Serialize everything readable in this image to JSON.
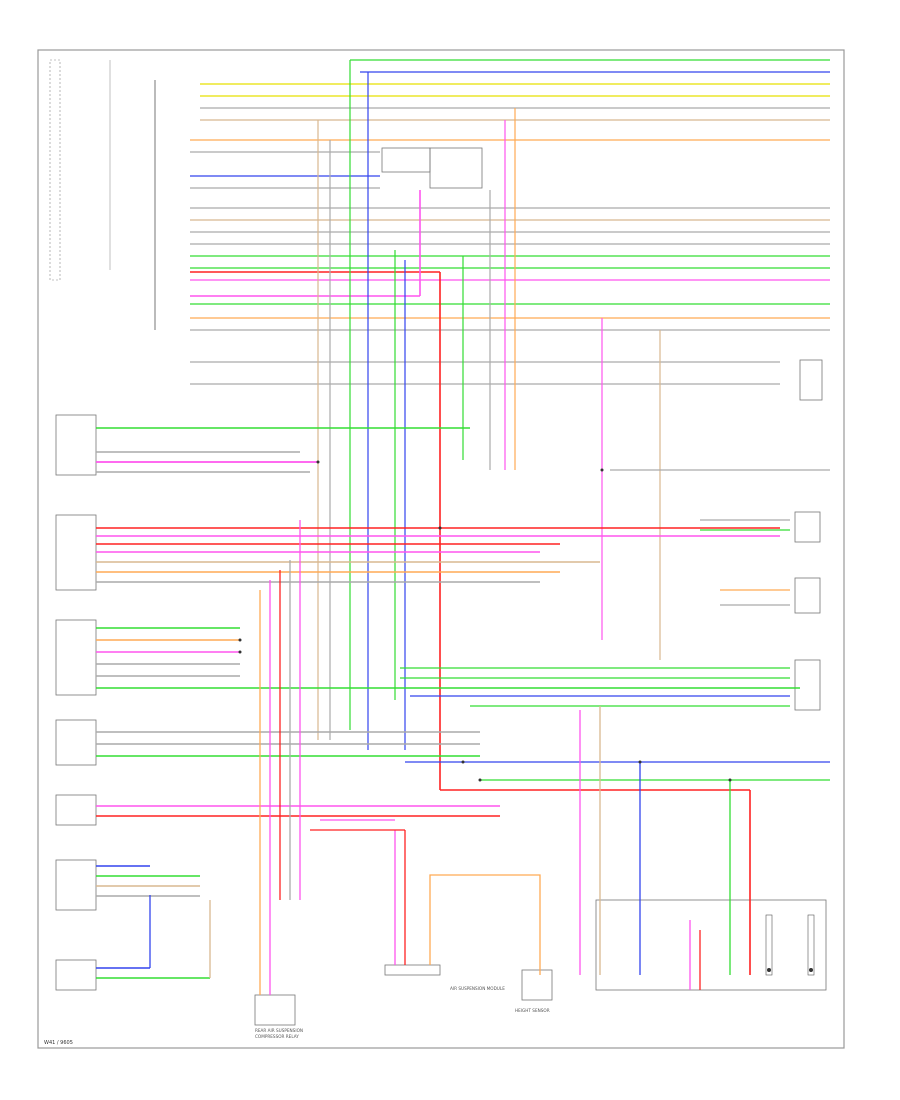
{
  "colors": {
    "pink": "#ff55ee",
    "red": "#ff2222",
    "green": "#33dd33",
    "blue": "#3344ee",
    "orange": "#ffaa55",
    "yellow": "#e8e000",
    "grey": "#aaaaaa",
    "tan": "#d8b890",
    "brown": "#b07a40"
  },
  "labels": {
    "frame_id": "W41 / 9605",
    "module_left_bottom_a": "REAR AIR SUSPENSION",
    "module_left_bottom_b": "COMPRESSOR RELAY",
    "module_bottom_center": "AIR SUSPENSION MODULE",
    "module_bottom_right": "HEIGHT SENSOR"
  }
}
